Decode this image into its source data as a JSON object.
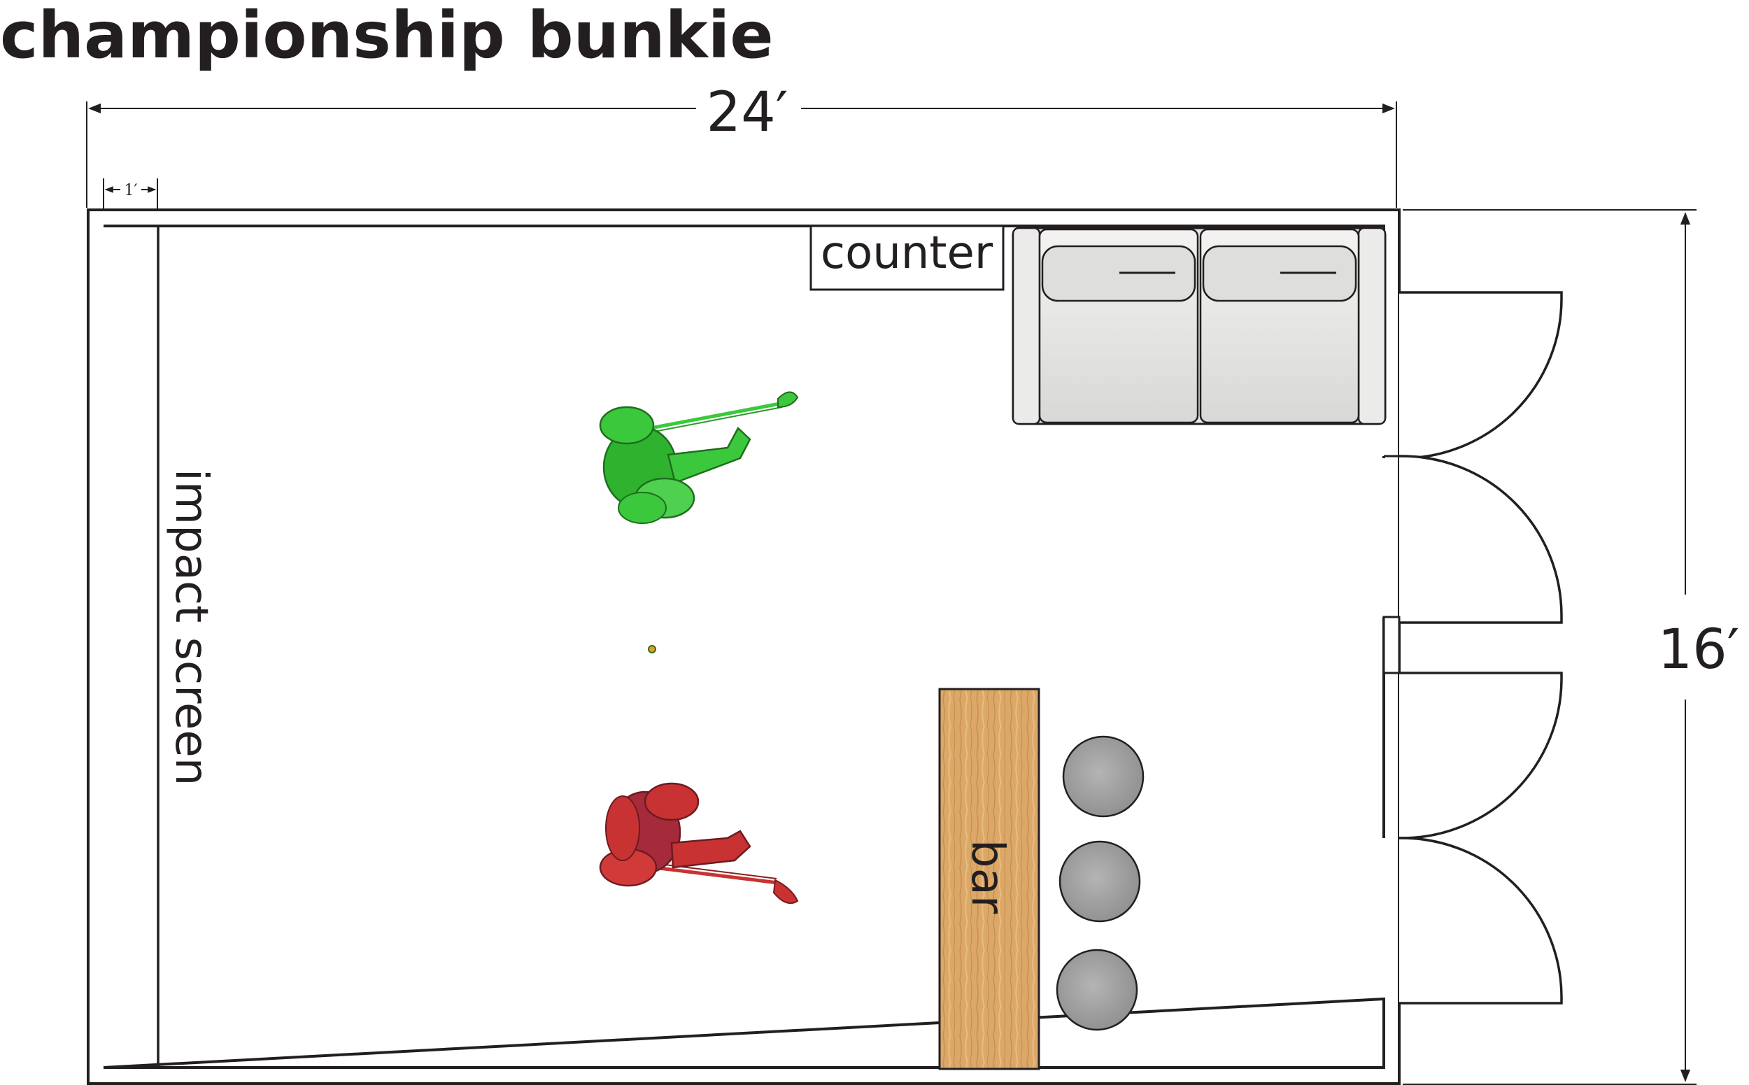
{
  "title": "championship bunkie",
  "dimensions": {
    "width": "24′",
    "depth": "16′",
    "screen_offset": "1′"
  },
  "labels": {
    "counter": "counter",
    "bar": "bar",
    "impact_screen": "impact screen"
  },
  "colors": {
    "golfer_top": "#3cc83c",
    "golfer_bottom": "#c83232",
    "bar_wood": "#dba868",
    "stool": "#a6a6a6",
    "sofa": "#e6e6e4",
    "ink": "#231f20"
  }
}
